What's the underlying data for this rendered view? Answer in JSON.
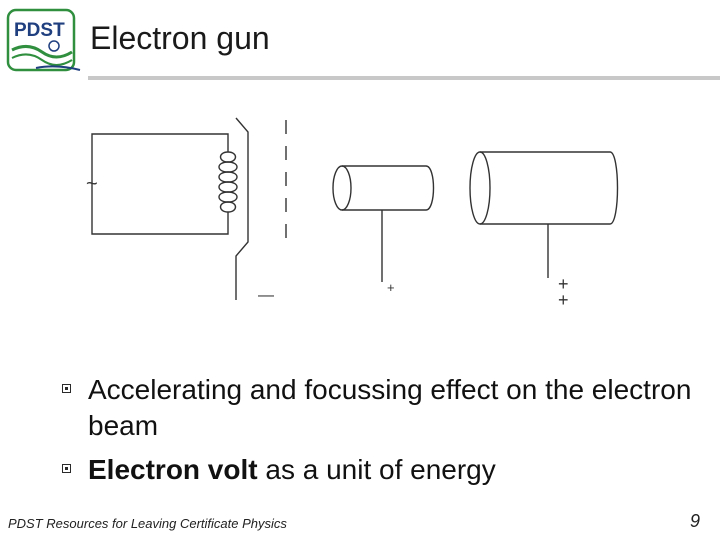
{
  "slide": {
    "title": "Electron gun",
    "logo_text": "PDST"
  },
  "diagram": {
    "ac_symbol": "~",
    "cathode_terminal": "—",
    "anode1_terminal": "+",
    "anode2_terminal_top": "+",
    "anode2_terminal_bottom": "+"
  },
  "bullets": [
    {
      "text": "Accelerating and focussing effect on the electron beam"
    },
    {
      "bold": "Electron volt",
      "rest": " as a unit of energy"
    }
  ],
  "footer": {
    "text": "PDST Resources for Leaving Certificate Physics",
    "page_number": "9"
  },
  "colors": {
    "logo_blue": "#1f3f7f",
    "logo_green": "#2f8f3f",
    "rule_gray": "#c8c8c8"
  }
}
